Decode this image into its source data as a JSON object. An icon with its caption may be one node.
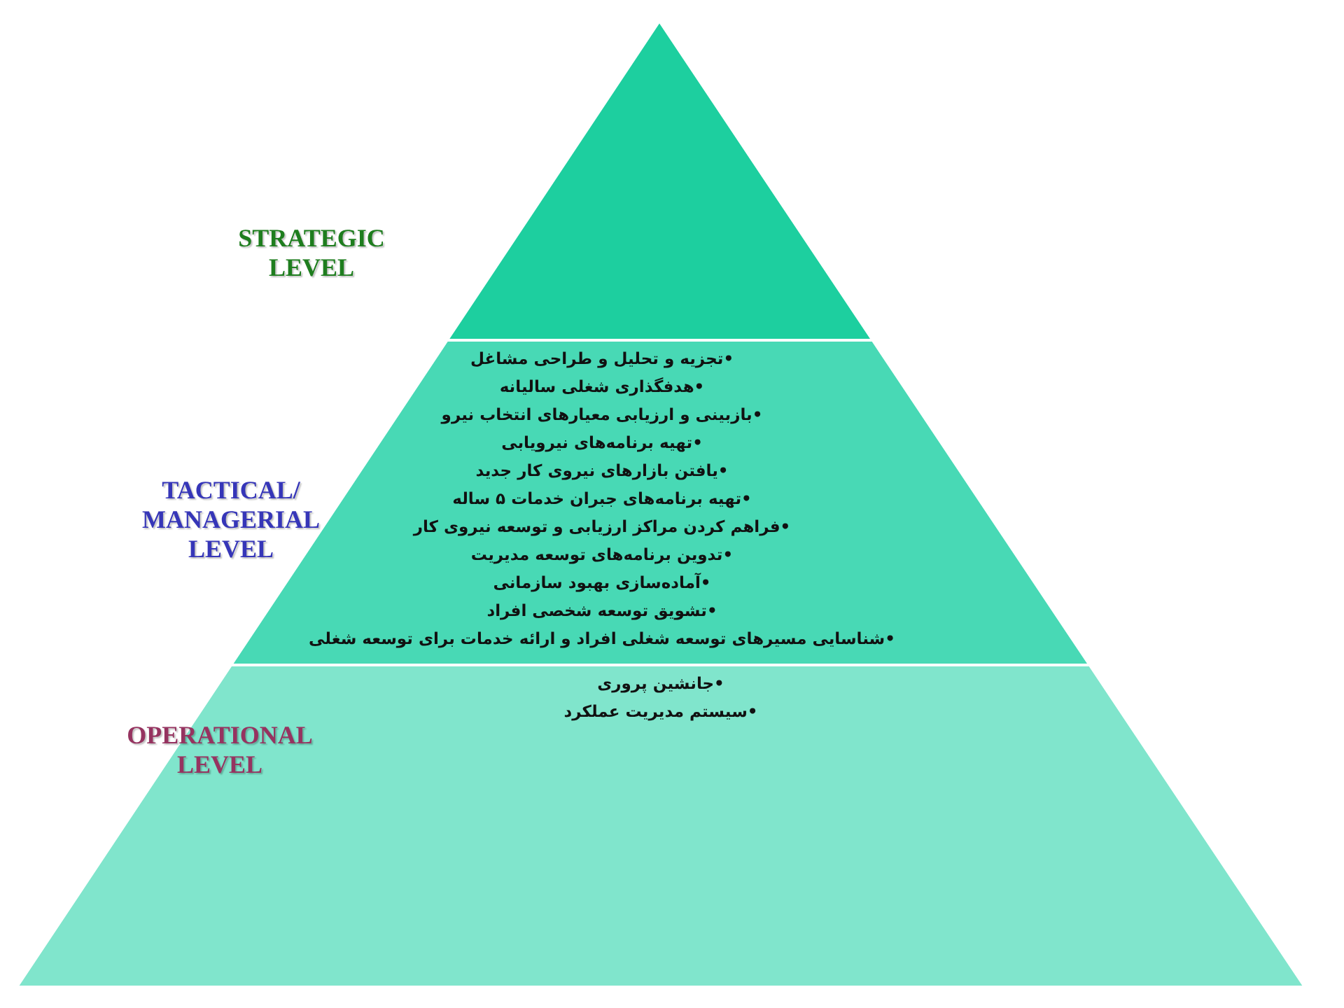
{
  "diagram": {
    "nodes": [
      {
        "text": [
          "STRATEGIC LEVEL"
        ]
      },
      {
        "text": [
          "TACTICAL/ MANAGERIAL LEVEL",
          "•تجزیه و تحلیل و طراحی مشاغل",
          "•هدفگذاری شغلی سالیانه",
          "•بازبینی و ارزیابی معیارهای انتخاب نیرو",
          "•تهیه برنامه‌های نیرویابی",
          "•یافتن بازارهای نیروی کار جدید",
          "•تهیه برنامه‌های جبران خدمات ۵ ساله",
          "•فراهم کردن مراکز ارزیابی و توسعه نیروی کار",
          "•تدوین برنامه‌های توسعه مدیریت",
          "•آماده‌سازی بهبود سازمانی",
          "•تشویق  توسعه شخصی افراد",
          "•شناسایی مسیرهای توسعه شغلی افراد و ارائه خدمات برای توسعه شغلی"
        ]
      },
      {
        "text": [
          "OPERATIONAL LEVEL",
          "•جانشین پروری",
          "•سیستم مدیریت عملکرد"
        ]
      }
    ]
  }
}
